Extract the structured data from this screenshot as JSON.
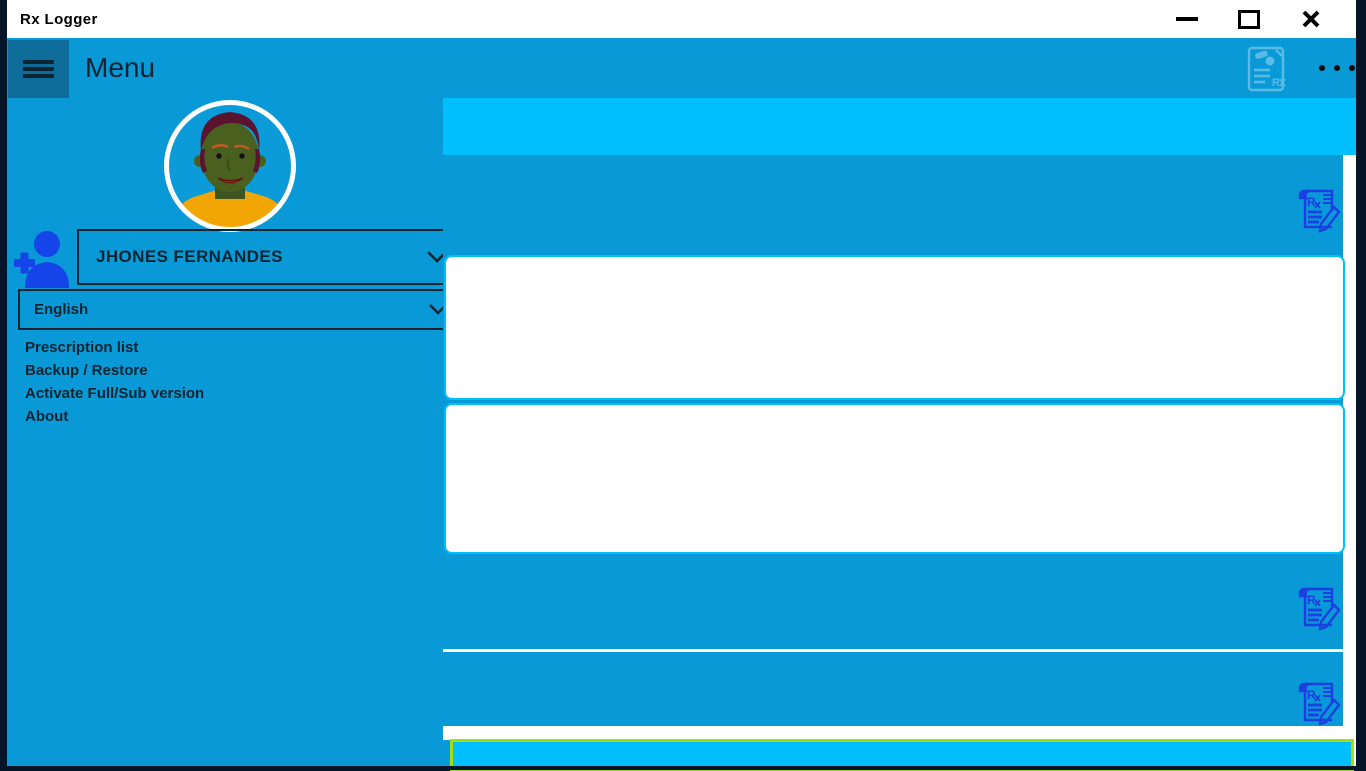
{
  "window": {
    "title": "Rx Logger"
  },
  "header": {
    "title": "Menu"
  },
  "sidebar": {
    "user_dropdown": {
      "selected": "JHONES FERNANDES"
    },
    "language_dropdown": {
      "selected": "English"
    },
    "menu_items": [
      {
        "label": "Prescription list"
      },
      {
        "label": "Backup / Restore"
      },
      {
        "label": "Activate Full/Sub version"
      },
      {
        "label": "About"
      }
    ]
  },
  "icons": {
    "titlebar": [
      "minimize-icon",
      "maximize-icon",
      "close-icon"
    ],
    "header": [
      "hamburger-icon",
      "prescription-document-icon",
      "more-icon"
    ],
    "sidebar": [
      "add-user-icon",
      "user-avatar",
      "chevron-down-icon"
    ],
    "content": [
      "prescription-edit-icon",
      "prescription-edit-icon",
      "prescription-edit-icon"
    ]
  },
  "colors": {
    "primary_blue": "#0999D6",
    "hamburger_square_blue": "#0D6C99",
    "cyan_accent": "#00BFFF",
    "icon_blue": "#1B3FE0",
    "green_highlight_border": "#9FE014",
    "window_border_navy": "#061427",
    "titlebar_bg": "#FFFFFF",
    "text_dark": "#0A2430",
    "avatar_shirt": "#F2A603",
    "avatar_hair": "#5A1430",
    "avatar_skin": "#49601F"
  }
}
